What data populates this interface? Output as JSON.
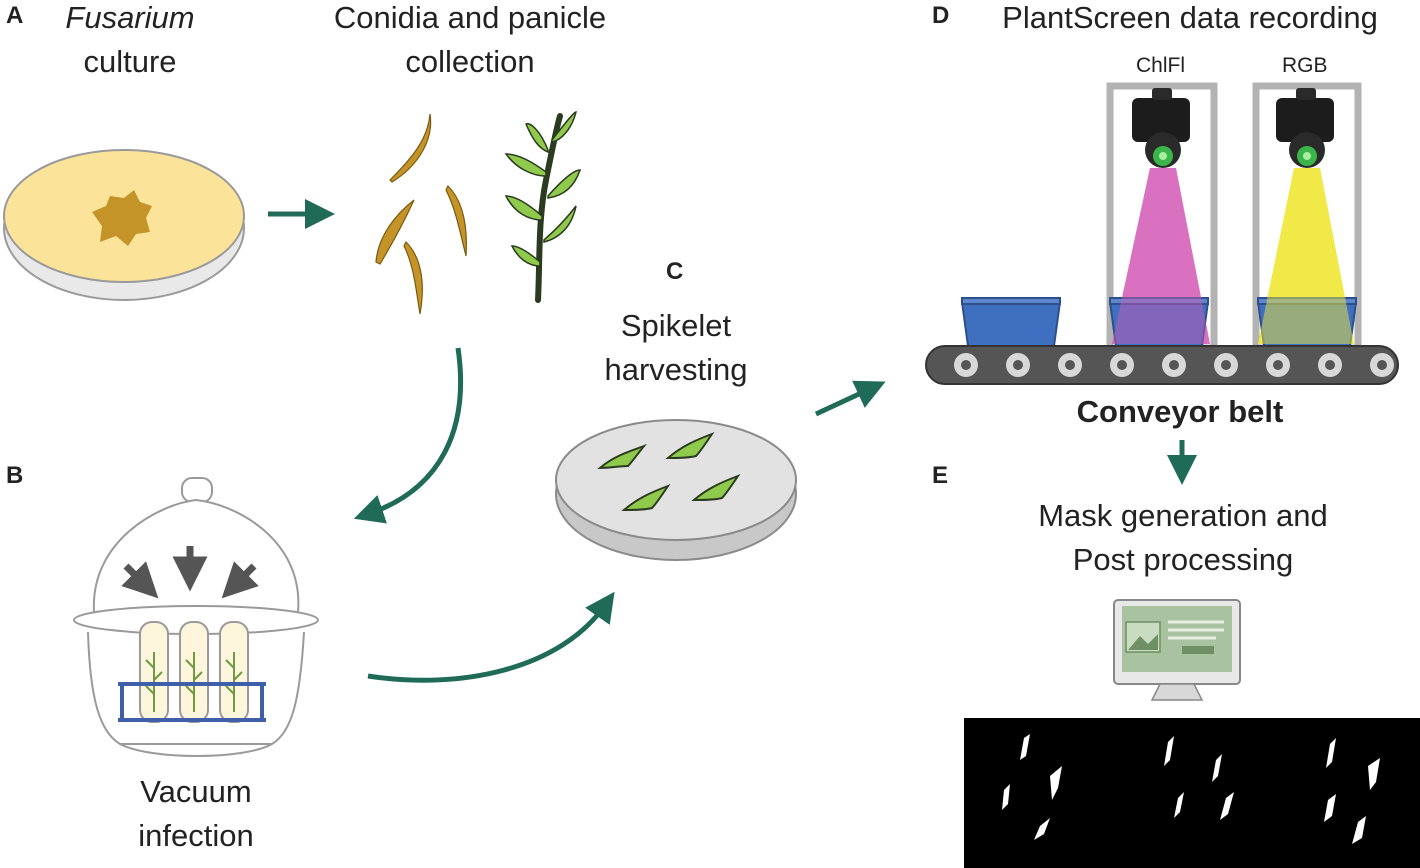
{
  "panels": {
    "a": {
      "letter": "A",
      "title_italic": "Fusarium",
      "title_rest": "culture"
    },
    "conidia": {
      "line1": "Conidia and panicle",
      "line2": "collection"
    },
    "b": {
      "letter": "B",
      "line1": "Vacuum",
      "line2": "infection"
    },
    "c": {
      "letter": "C",
      "line1": "Spikelet",
      "line2": "harvesting"
    },
    "d": {
      "letter": "D",
      "title": "PlantScreen data recording",
      "camera1": "ChlFl",
      "camera2": "RGB",
      "belt": "Conveyor belt"
    },
    "e": {
      "letter": "E",
      "line1": "Mask generation and",
      "line2": "Post processing"
    }
  },
  "colors": {
    "arrow": "#1f6b58",
    "agar": "#fbe39a",
    "fungus": "#c59428",
    "leaf": "#8fca4d",
    "stem": "#2a3b1f",
    "tray": "#3f6fbf",
    "pink_beam": "#d45bb5",
    "yellow_beam": "#f0e83a",
    "belt": "#555555",
    "monitor_screen": "#a9c3a0"
  }
}
